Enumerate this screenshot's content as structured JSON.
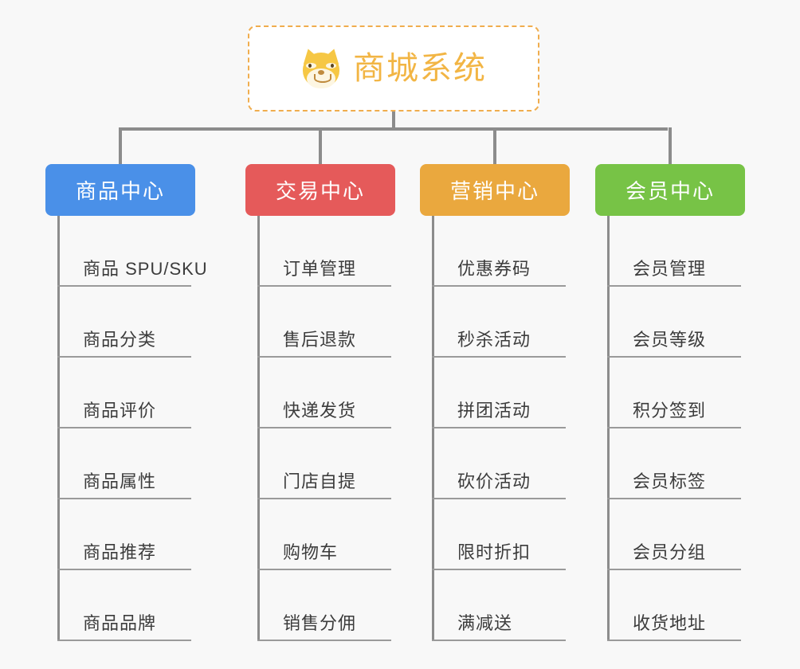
{
  "diagram": {
    "type": "mind-map",
    "background_color": "#f8f8f8",
    "root": {
      "title": "商城系统",
      "icon": "shiba-dog-face-icon",
      "border_color": "#f0ad4e",
      "text_color": "#f2b544",
      "background_color": "#ffffff"
    },
    "connector_color": "#8c8c8c",
    "branches": [
      {
        "title": "商品中心",
        "color": "#4a90e8",
        "items": [
          "商品 SPU/SKU",
          "商品分类",
          "商品评价",
          "商品属性",
          "商品推荐",
          "商品品牌"
        ]
      },
      {
        "title": "交易中心",
        "color": "#e55a5a",
        "items": [
          "订单管理",
          "售后退款",
          "快递发货",
          "门店自提",
          "购物车",
          "销售分佣"
        ]
      },
      {
        "title": "营销中心",
        "color": "#eaa83e",
        "items": [
          "优惠券码",
          "秒杀活动",
          "拼团活动",
          "砍价活动",
          "限时折扣",
          "满减送"
        ]
      },
      {
        "title": "会员中心",
        "color": "#77c346",
        "items": [
          "会员管理",
          "会员等级",
          "积分签到",
          "会员标签",
          "会员分组",
          "收货地址"
        ]
      }
    ]
  }
}
